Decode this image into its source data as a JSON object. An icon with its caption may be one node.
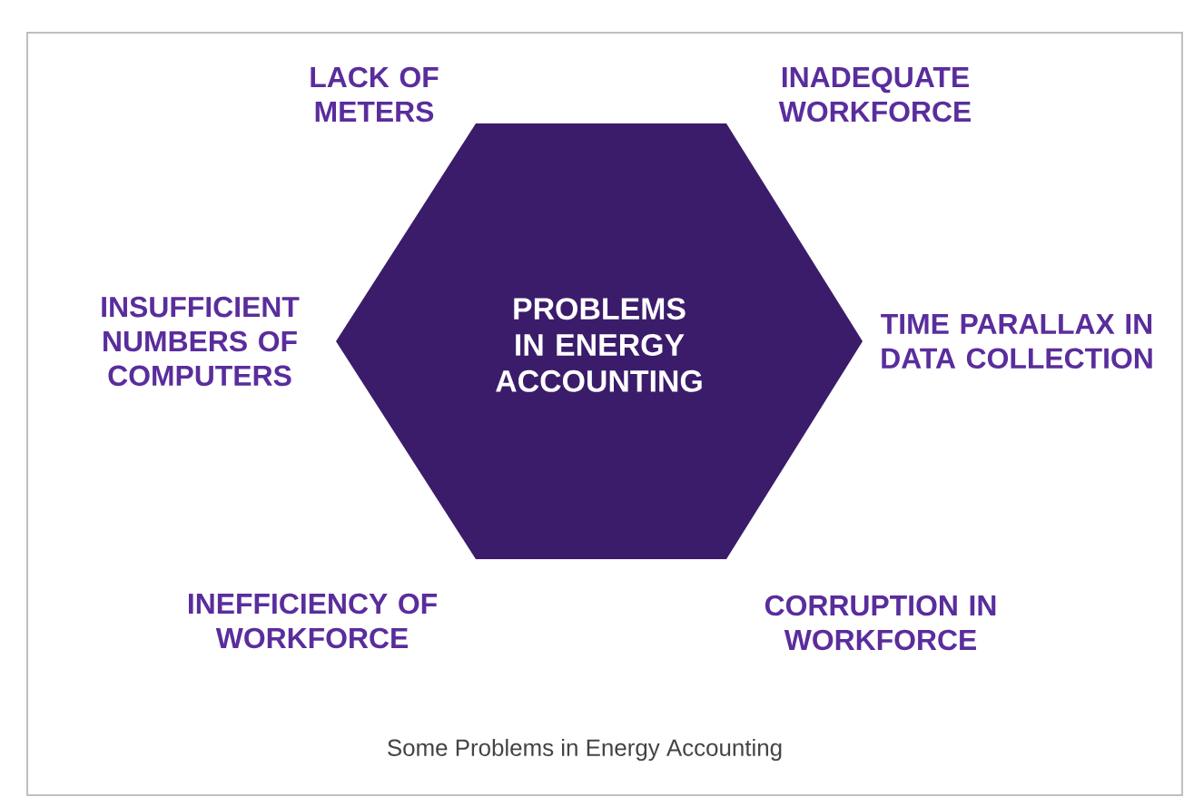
{
  "diagram": {
    "caption": "Some Problems in Energy Accounting",
    "nodes": [
      {
        "text": [
          "PROBLEMS IN ENERGY ACCOUNTING"
        ]
      }
    ],
    "edges": [],
    "labels": [
      "LACK OF METERS",
      "INADEQUATE WORKFORCE",
      "INSUFFICIENT NUMBERS OF COMPUTERS",
      "TIME PARALLAX IN DATA COLLECTION",
      "INEFFICIENCY OF WORKFORCE",
      "CORRUPTION IN WORKFORCE"
    ]
  }
}
